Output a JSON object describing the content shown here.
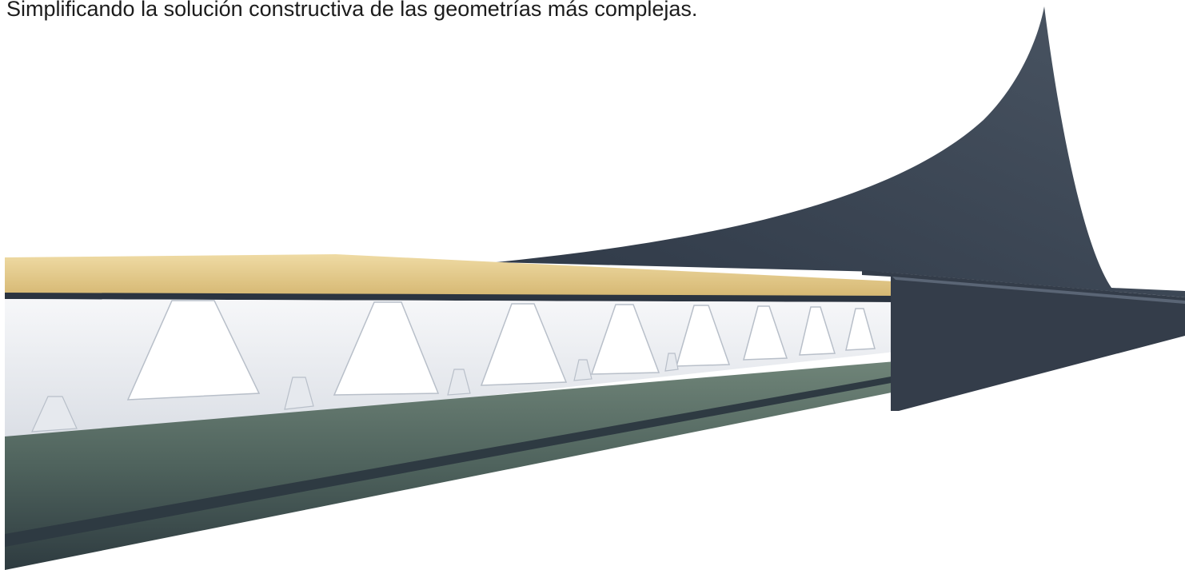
{
  "caption": {
    "text": "Simplificando la solución constructiva de las geometrías más complejas."
  },
  "illustration": {
    "subject": "roof-edge-cross-section",
    "layers": [
      "membrane",
      "insulation-board",
      "steel-deck",
      "beam",
      "edge-flashing"
    ],
    "colors": {
      "membrane": "#3a4452",
      "insulation": "#e2c986",
      "deck": "#eef0f3",
      "beam": "#5a6f6b",
      "flashing": "#343d4a"
    }
  }
}
